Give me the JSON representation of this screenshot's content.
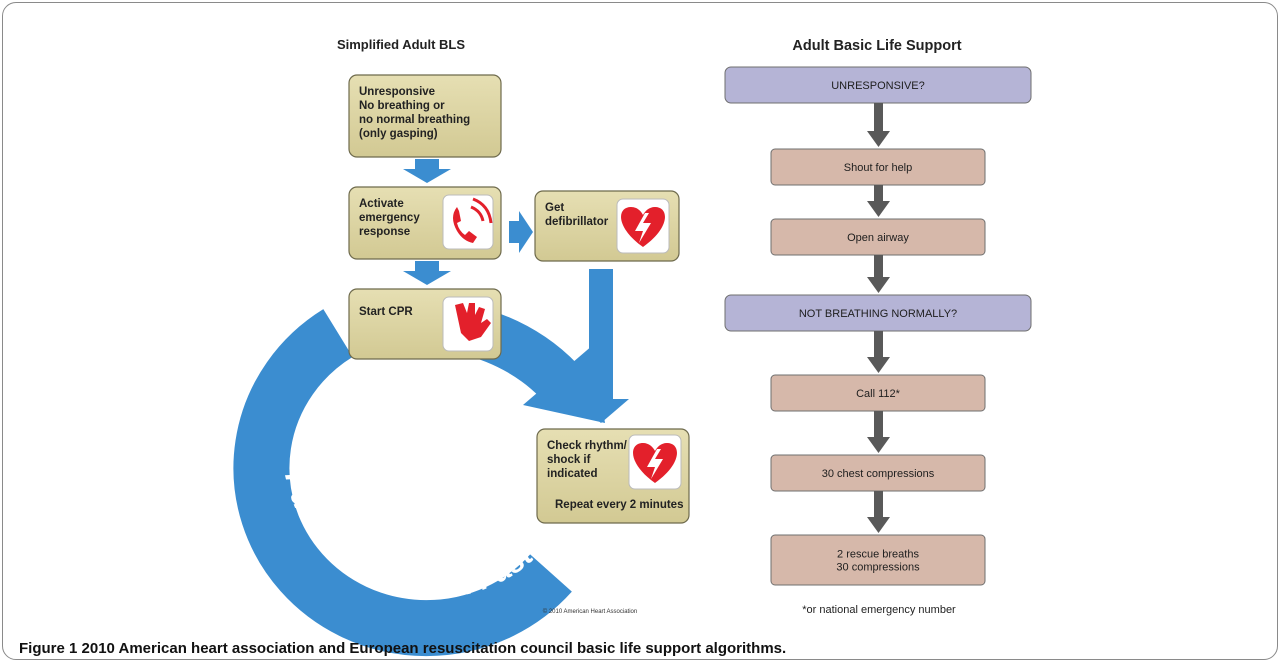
{
  "figure": {
    "label": "Figure 1",
    "caption": "2010 American heart association and European resuscitation council basic life support algorithms."
  },
  "left_panel": {
    "title": "Simplified Adult BLS",
    "step1": [
      "Unresponsive",
      "No breathing or",
      "no normal breathing",
      "(only gasping)"
    ],
    "step2": [
      "Activate",
      "emergency",
      "response"
    ],
    "step_defib": [
      "Get",
      "defibrillator"
    ],
    "step3": "Start CPR",
    "step4": [
      "Check rhythm/",
      "shock if",
      "indicated"
    ],
    "step4_repeat": "Repeat every 2 minutes",
    "loop_text": "Push Hard • Push Fast",
    "copyright": "© 2010 American Heart Association",
    "colors": {
      "box_fill": "#ddd6a6",
      "arrow_blue": "#3b8dd0",
      "icon_red": "#e3202b"
    },
    "icons": [
      "phone-icon",
      "defibrillator-heart-icon",
      "hands-icon",
      "defibrillator-heart-icon"
    ]
  },
  "right_panel": {
    "title": "Adult Basic Life Support",
    "steps": [
      {
        "text": [
          "UNRESPONSIVE?"
        ],
        "kind": "question"
      },
      {
        "text": [
          "Shout for help"
        ],
        "kind": "action"
      },
      {
        "text": [
          "Open airway"
        ],
        "kind": "action"
      },
      {
        "text": [
          "NOT BREATHING NORMALLY?"
        ],
        "kind": "question"
      },
      {
        "text": [
          "Call 112*"
        ],
        "kind": "action"
      },
      {
        "text": [
          "30 chest compressions"
        ],
        "kind": "action"
      },
      {
        "text": [
          "2 rescue breaths",
          "30 compressions"
        ],
        "kind": "action"
      }
    ],
    "footnote": "*or national emergency number",
    "colors": {
      "question_fill": "#b5b4d6",
      "action_fill": "#d6b8aa",
      "arrow_gray": "#595959"
    }
  }
}
